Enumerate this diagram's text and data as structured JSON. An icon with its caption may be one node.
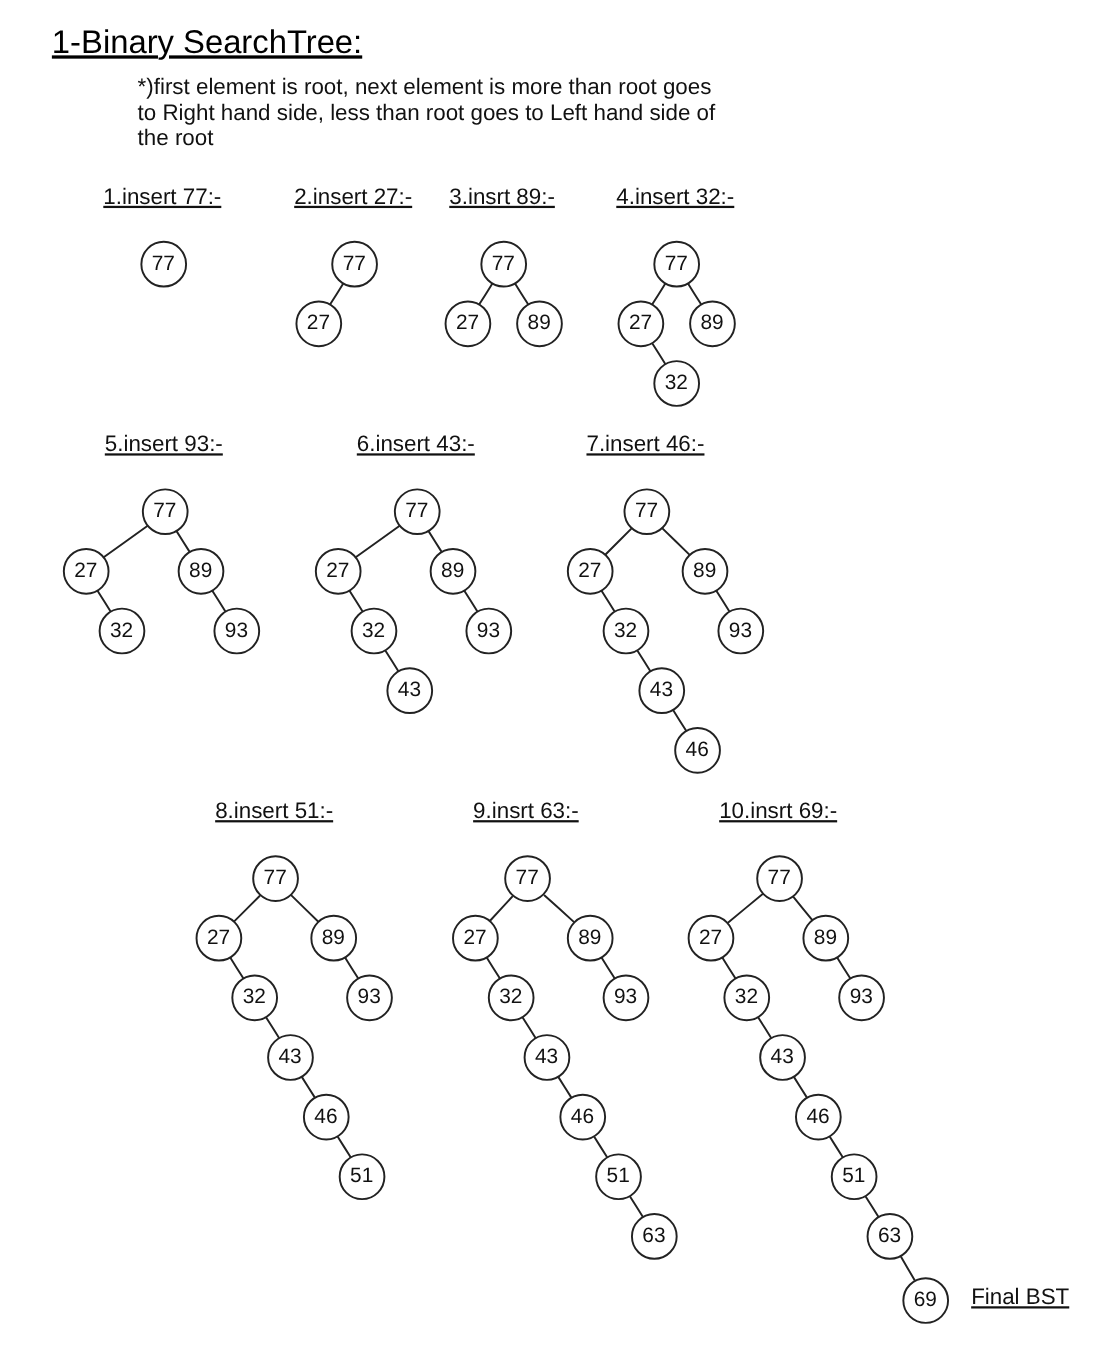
{
  "diagram": {
    "title": "1-Binary SearchTree:",
    "nodes": [
      {
        "text": [
          "77"
        ]
      },
      {
        "text": [
          "77"
        ]
      },
      {
        "text": [
          "27"
        ]
      },
      {
        "text": [
          "77"
        ]
      },
      {
        "text": [
          "27"
        ]
      },
      {
        "text": [
          "89"
        ]
      },
      {
        "text": [
          "77"
        ]
      },
      {
        "text": [
          "27"
        ]
      },
      {
        "text": [
          "89"
        ]
      },
      {
        "text": [
          "32"
        ]
      },
      {
        "text": [
          "77"
        ]
      },
      {
        "text": [
          "27"
        ]
      },
      {
        "text": [
          "89"
        ]
      },
      {
        "text": [
          "32"
        ]
      },
      {
        "text": [
          "93"
        ]
      },
      {
        "text": [
          "77"
        ]
      },
      {
        "text": [
          "27"
        ]
      },
      {
        "text": [
          "89"
        ]
      },
      {
        "text": [
          "32"
        ]
      },
      {
        "text": [
          "93"
        ]
      },
      {
        "text": [
          "43"
        ]
      },
      {
        "text": [
          "77"
        ]
      },
      {
        "text": [
          "27"
        ]
      },
      {
        "text": [
          "89"
        ]
      },
      {
        "text": [
          "32"
        ]
      },
      {
        "text": [
          "93"
        ]
      },
      {
        "text": [
          "43"
        ]
      },
      {
        "text": [
          "46"
        ]
      },
      {
        "text": [
          "77"
        ]
      },
      {
        "text": [
          "27"
        ]
      },
      {
        "text": [
          "89"
        ]
      },
      {
        "text": [
          "32"
        ]
      },
      {
        "text": [
          "93"
        ]
      },
      {
        "text": [
          "43"
        ]
      },
      {
        "text": [
          "46"
        ]
      },
      {
        "text": [
          "51"
        ]
      },
      {
        "text": [
          "77"
        ]
      },
      {
        "text": [
          "27"
        ]
      },
      {
        "text": [
          "89"
        ]
      },
      {
        "text": [
          "32"
        ]
      },
      {
        "text": [
          "93"
        ]
      },
      {
        "text": [
          "43"
        ]
      },
      {
        "text": [
          "46"
        ]
      },
      {
        "text": [
          "51"
        ]
      },
      {
        "text": [
          "63"
        ]
      },
      {
        "text": [
          "77"
        ]
      },
      {
        "text": [
          "27"
        ]
      },
      {
        "text": [
          "89"
        ]
      },
      {
        "text": [
          "32"
        ]
      },
      {
        "text": [
          "93"
        ]
      },
      {
        "text": [
          "43"
        ]
      },
      {
        "text": [
          "46"
        ]
      },
      {
        "text": [
          "51"
        ]
      },
      {
        "text": [
          "63"
        ]
      },
      {
        "text": [
          "69"
        ]
      }
    ],
    "edges": [
      {
        "from": 1,
        "to": 2,
        "arrow": "none"
      },
      {
        "from": 3,
        "to": 4,
        "arrow": "none"
      },
      {
        "from": 3,
        "to": 5,
        "arrow": "none"
      },
      {
        "from": 6,
        "to": 7,
        "arrow": "none"
      },
      {
        "from": 6,
        "to": 8,
        "arrow": "none"
      },
      {
        "from": 7,
        "to": 9,
        "arrow": "none"
      },
      {
        "from": 10,
        "to": 11,
        "arrow": "none"
      },
      {
        "from": 10,
        "to": 12,
        "arrow": "none"
      },
      {
        "from": 11,
        "to": 13,
        "arrow": "none"
      },
      {
        "from": 12,
        "to": 14,
        "arrow": "none"
      },
      {
        "from": 15,
        "to": 16,
        "arrow": "none"
      },
      {
        "from": 15,
        "to": 17,
        "arrow": "none"
      },
      {
        "from": 16,
        "to": 18,
        "arrow": "none"
      },
      {
        "from": 17,
        "to": 19,
        "arrow": "none"
      },
      {
        "from": 18,
        "to": 20,
        "arrow": "none"
      },
      {
        "from": 21,
        "to": 22,
        "arrow": "none"
      },
      {
        "from": 21,
        "to": 23,
        "arrow": "none"
      },
      {
        "from": 22,
        "to": 24,
        "arrow": "none"
      },
      {
        "from": 23,
        "to": 25,
        "arrow": "none"
      },
      {
        "from": 24,
        "to": 26,
        "arrow": "none"
      },
      {
        "from": 26,
        "to": 27,
        "arrow": "none"
      },
      {
        "from": 28,
        "to": 29,
        "arrow": "none"
      },
      {
        "from": 28,
        "to": 30,
        "arrow": "none"
      },
      {
        "from": 29,
        "to": 31,
        "arrow": "none"
      },
      {
        "from": 30,
        "to": 32,
        "arrow": "none"
      },
      {
        "from": 31,
        "to": 33,
        "arrow": "none"
      },
      {
        "from": 33,
        "to": 34,
        "arrow": "none"
      },
      {
        "from": 34,
        "to": 35,
        "arrow": "none"
      },
      {
        "from": 36,
        "to": 37,
        "arrow": "none"
      },
      {
        "from": 36,
        "to": 38,
        "arrow": "none"
      },
      {
        "from": 37,
        "to": 39,
        "arrow": "none"
      },
      {
        "from": 38,
        "to": 40,
        "arrow": "none"
      },
      {
        "from": 39,
        "to": 41,
        "arrow": "none"
      },
      {
        "from": 41,
        "to": 42,
        "arrow": "none"
      },
      {
        "from": 42,
        "to": 43,
        "arrow": "none"
      },
      {
        "from": 43,
        "to": 44,
        "arrow": "none"
      },
      {
        "from": 45,
        "to": 46,
        "arrow": "none"
      },
      {
        "from": 45,
        "to": 47,
        "arrow": "none"
      },
      {
        "from": 46,
        "to": 48,
        "arrow": "none"
      },
      {
        "from": 47,
        "to": 49,
        "arrow": "none"
      },
      {
        "from": 48,
        "to": 50,
        "arrow": "none"
      },
      {
        "from": 50,
        "to": 51,
        "arrow": "none"
      },
      {
        "from": 51,
        "to": 52,
        "arrow": "none"
      },
      {
        "from": 52,
        "to": 53,
        "arrow": "none"
      },
      {
        "from": 53,
        "to": 54,
        "arrow": "none"
      }
    ],
    "labels": [
      "*)first element is root, next element is more than root goes to Right hand side, less than root goes to Left hand side of the root",
      "1.insert 77:-",
      "2.insert 27:-",
      "3.insrt 89:-",
      "4.insert 32:-",
      "5.insert 93:-",
      "6.insert 43:-",
      "7.insert 46:-",
      "8.insert 51:-",
      "9.insrt 63:-",
      "10.insrt 69:-",
      "Final BST"
    ]
  }
}
